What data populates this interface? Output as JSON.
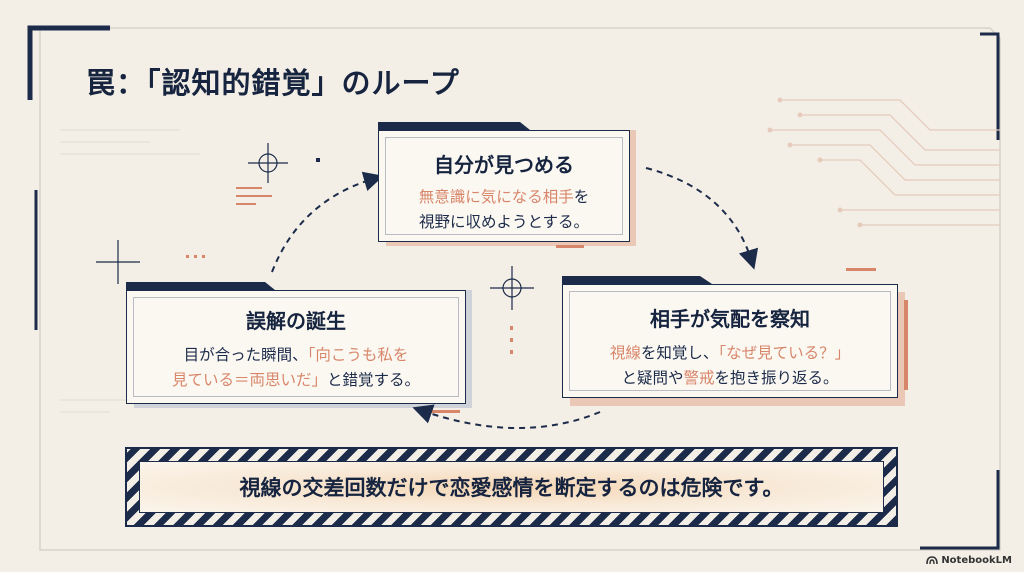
{
  "title": "罠：「認知的錯覚」のループ",
  "nodes": {
    "top": {
      "heading": "自分が見つめる",
      "line1_hl": "無意識に気になる相手",
      "line1_tail": "を",
      "line2": "視野に収めようとする。"
    },
    "right": {
      "heading": "相手が気配を察知",
      "line1_hl1": "視線",
      "line1_mid": "を知覚し、",
      "line1_hl2": "「なぜ見ている？」",
      "line2_pre": "と疑問や",
      "line2_hl": "警戒",
      "line2_tail": "を抱き振り返る。"
    },
    "left": {
      "heading": "誤解の誕生",
      "line1_pre": "目が合った瞬間、",
      "line1_hl": "「向こうも私を",
      "line2_hl": "見ている＝両思いだ」",
      "line2_tail": "と錯覚する。"
    }
  },
  "warning": "視線の交差回数だけで恋愛感情を断定するのは危険です。",
  "brand": "NotebookLM",
  "colors": {
    "navy": "#1c2b4a",
    "accent": "#d8866a",
    "background": "#f3efe6"
  }
}
